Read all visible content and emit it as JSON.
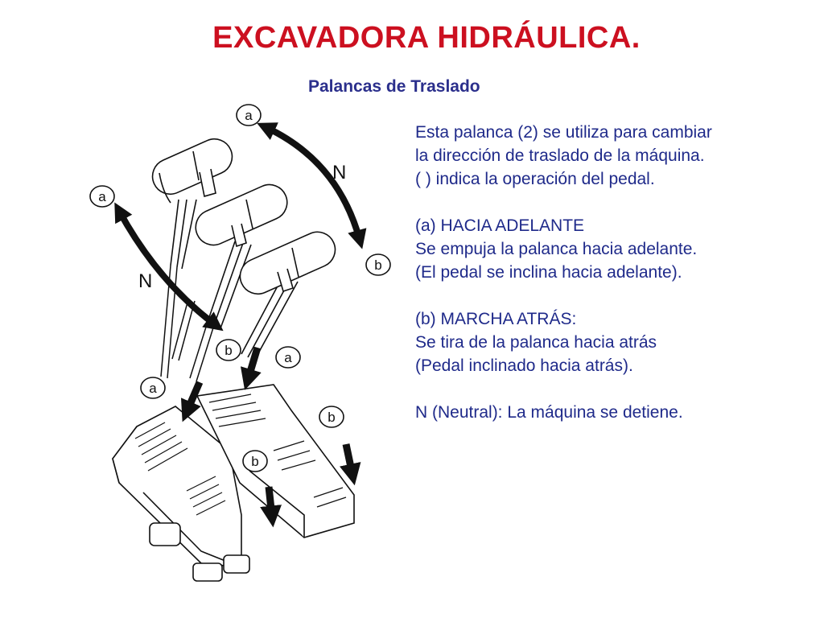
{
  "slide": {
    "title": "EXCAVADORA HIDRÁULICA.",
    "subtitle": "Palancas de Traslado",
    "paragraphs": {
      "p1": [
        "Esta palanca (2) se utiliza para cambiar",
        "la dirección de traslado de la máquina.",
        "( ) indica la operación del pedal."
      ],
      "p2": [
        "(a) HACIA ADELANTE",
        "Se empuja la palanca hacia adelante.",
        "(El pedal se inclina hacia adelante)."
      ],
      "p3": [
        "(b) MARCHA ATRÁS:",
        "Se tira de la palanca hacia atrás",
        "(Pedal inclinado hacia atrás)."
      ],
      "p4": [
        "N (Neutral): La máquina se detiene."
      ]
    }
  },
  "diagram": {
    "labels": {
      "a_top": "a",
      "a_left": "a",
      "a_mid": "a",
      "a_lower": "a",
      "b_right": "b",
      "b_center": "b",
      "b_pedal_right": "b",
      "b_pedal": "b",
      "n_right": "N",
      "n_left": "N"
    }
  }
}
